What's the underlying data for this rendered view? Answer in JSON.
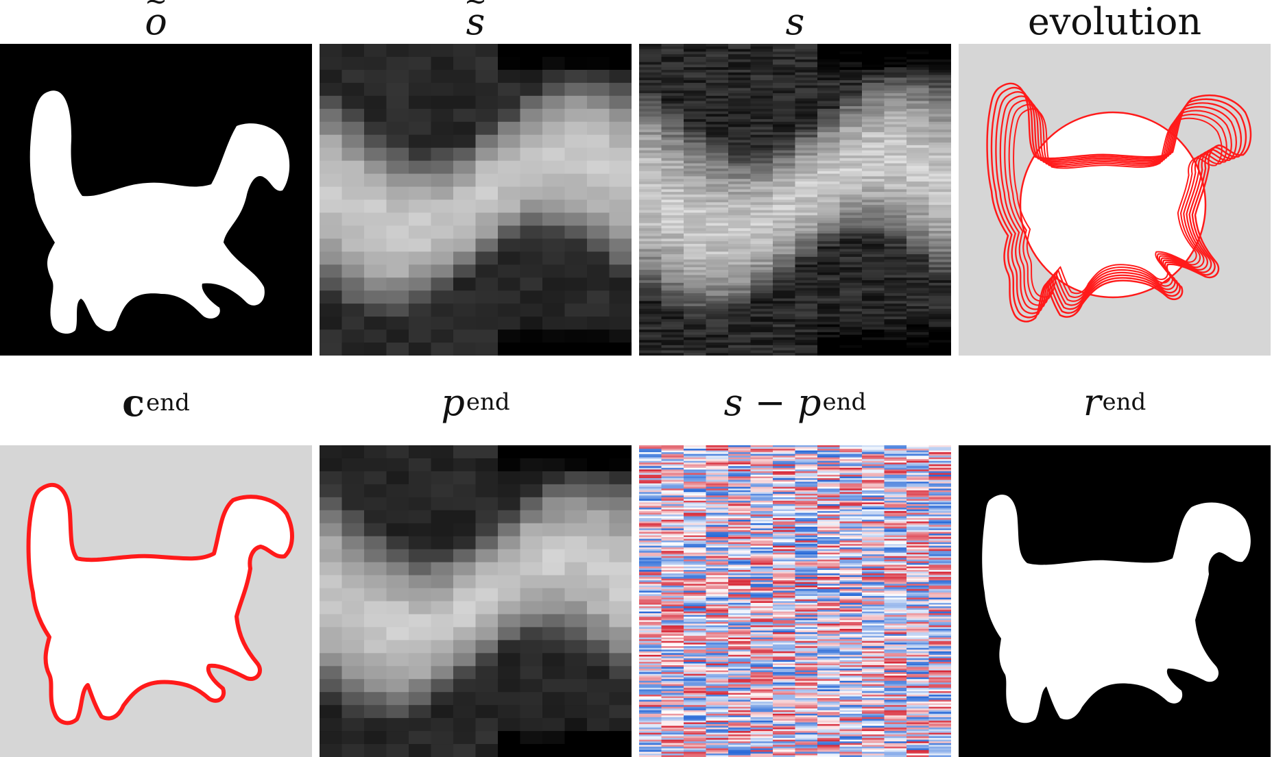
{
  "panels": [
    {
      "id": "o_tilde",
      "title_base": "o",
      "title_sup": "",
      "title_tilde": true,
      "title_bold": false,
      "title_extra": ""
    },
    {
      "id": "s_tilde",
      "title_base": "s",
      "title_sup": "",
      "title_tilde": true,
      "title_bold": false,
      "title_extra": ""
    },
    {
      "id": "s",
      "title_base": "s",
      "title_sup": "",
      "title_tilde": false,
      "title_bold": false,
      "title_extra": ""
    },
    {
      "id": "evolution",
      "title_base": "",
      "title_sup": "",
      "title_tilde": false,
      "title_bold": false,
      "title_extra": "evolution"
    },
    {
      "id": "c_end",
      "title_base": "c",
      "title_sup": "end",
      "title_tilde": false,
      "title_bold": true,
      "title_extra": ""
    },
    {
      "id": "p_end",
      "title_base": "p",
      "title_sup": "end",
      "title_tilde": false,
      "title_bold": false,
      "title_extra": ""
    },
    {
      "id": "residual",
      "title_base": "s − p",
      "title_sup": "end",
      "title_tilde": false,
      "title_bold": false,
      "title_extra": ""
    },
    {
      "id": "r_end",
      "title_base": "r",
      "title_sup": "end",
      "title_tilde": false,
      "title_bold": false,
      "title_extra": ""
    }
  ],
  "colors": {
    "mask_background": "#000000",
    "mask_foreground": "#ffffff",
    "contour_background": "#d6d6d6",
    "contour": "#ff1a1a",
    "residual_negative": "#2166c4",
    "residual_positive": "#d7263d"
  },
  "sinogram": {
    "columns": 14,
    "rows": 24
  },
  "residual_map": {
    "columns": 14,
    "rows": 180,
    "colormap": "blue-white-red"
  }
}
